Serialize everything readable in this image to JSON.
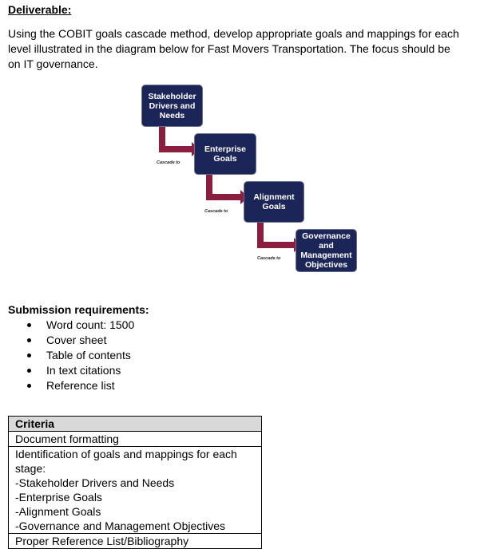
{
  "deliverable_heading": "Deliverable:",
  "intro_text": "Using the COBIT goals cascade method, develop appropriate goals and mappings for each level illustrated in the diagram below for Fast Movers Transportation. The focus should be on IT governance.",
  "diagram": {
    "box1": [
      "Stakeholder",
      "Drivers and",
      "Needs"
    ],
    "box2": [
      "Enterprise",
      "Goals"
    ],
    "box3": [
      "Alignment",
      "Goals"
    ],
    "box4": [
      "Governance",
      "and",
      "Management",
      "Objectives"
    ],
    "cascade_label": "Cascade to",
    "colors": {
      "box": "#1c2557",
      "arrow": "#8b1e3f"
    }
  },
  "submission_heading": "Submission requirements:",
  "requirements": [
    "Word count: 1500",
    "Cover sheet",
    "Table of contents",
    "In text citations",
    "Reference list"
  ],
  "criteria_table": {
    "header": "Criteria",
    "row1": "Document formatting",
    "row2": [
      "Identification of goals and mappings for each",
      "stage:",
      "-Stakeholder Drivers and Needs",
      "-Enterprise Goals",
      "-Alignment Goals",
      "-Governance and Management Objectives"
    ],
    "row3": "Proper Reference List/Bibliography"
  }
}
